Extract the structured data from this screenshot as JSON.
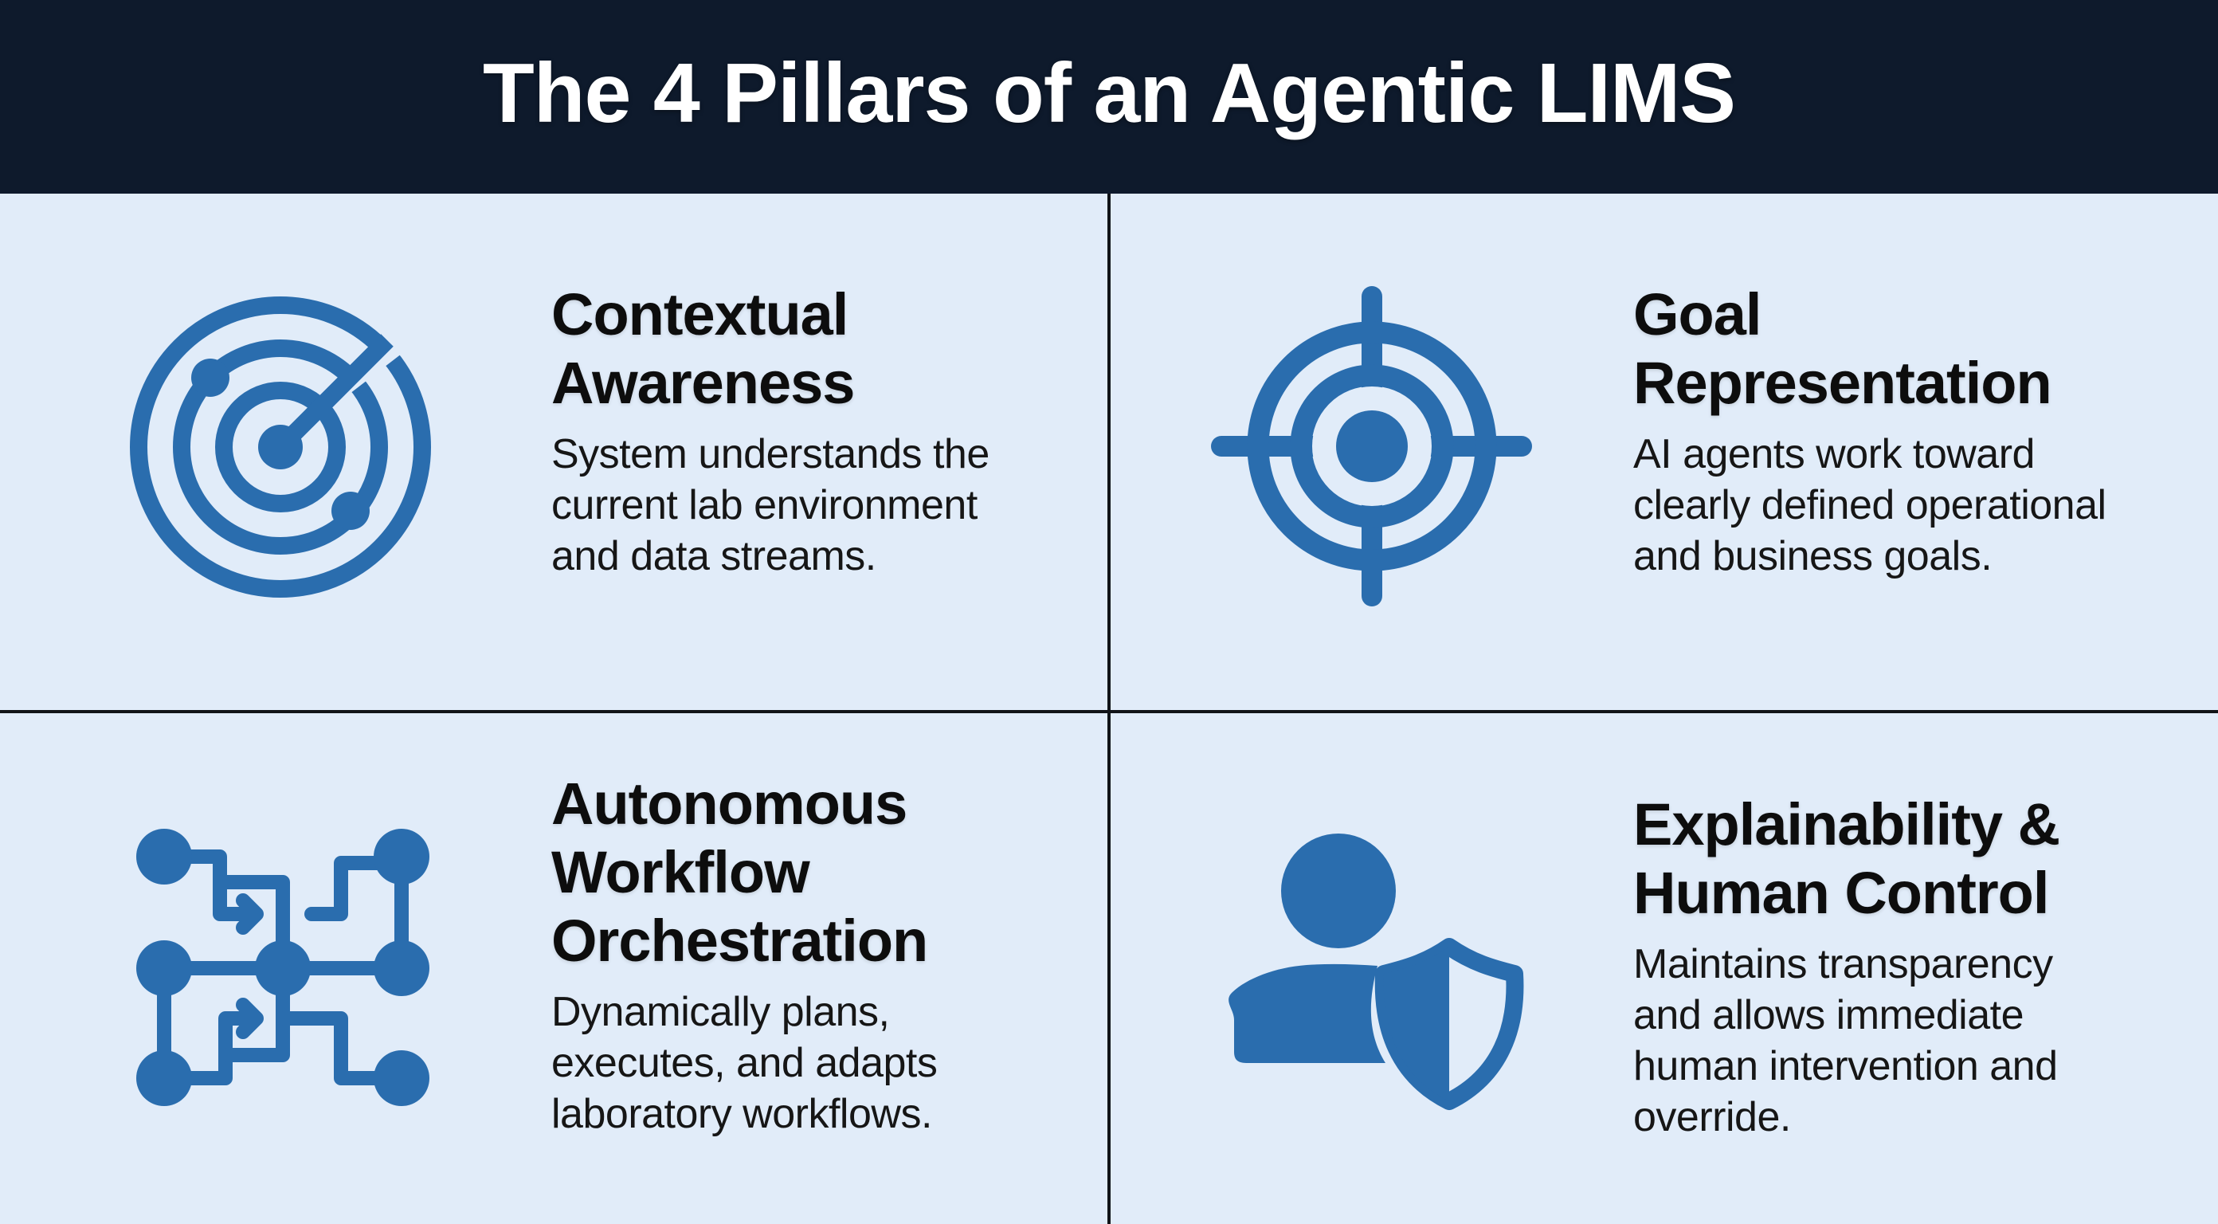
{
  "header": {
    "title": "The 4 Pillars of an Agentic LIMS"
  },
  "colors": {
    "header_bg": "#0E1A2C",
    "page_bg": "#E1ECF9",
    "icon_blue": "#2A6DAE",
    "divider": "#111418",
    "title_text": "#FFFFFF",
    "body_text": "#111111"
  },
  "pillars": [
    {
      "icon": "radar-icon",
      "title_lines": [
        "Contextual",
        "Awareness"
      ],
      "description_lines": [
        "System understands the",
        "current lab environment",
        "and data streams."
      ]
    },
    {
      "icon": "target-crosshair-icon",
      "title_lines": [
        "Goal",
        "Representation"
      ],
      "description_lines": [
        "AI agents work toward",
        "clearly defined operational",
        "and business goals."
      ]
    },
    {
      "icon": "workflow-network-icon",
      "title_lines": [
        "Autonomous",
        "Workflow",
        "Orchestration"
      ],
      "description_lines": [
        "Dynamically plans,",
        "executes, and adapts",
        "laboratory workflows."
      ]
    },
    {
      "icon": "user-shield-icon",
      "title_lines": [
        "Explainability &",
        "Human Control"
      ],
      "description_lines": [
        "Maintains transparency",
        "and allows immediate",
        "human intervention and",
        "override."
      ]
    }
  ]
}
